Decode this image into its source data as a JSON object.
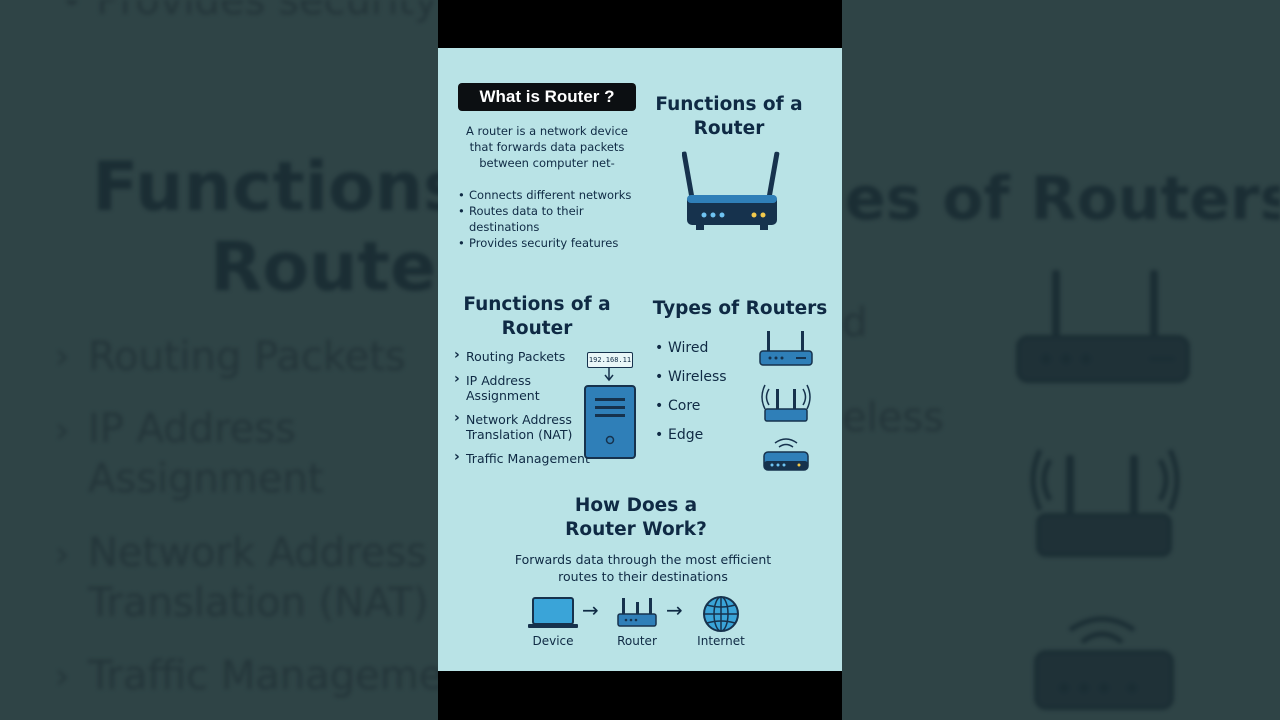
{
  "background": {
    "top_partial": "• Provides security fe",
    "heading_left_1": "Functions o",
    "heading_left_2": "Router",
    "heading_right": "es of Routers",
    "list": [
      "Routing Packets",
      "IP Address",
      "Assignment",
      "Network Address",
      "Translation (NAT)",
      "Traffic Manageme"
    ],
    "right_frag_1": "d",
    "right_frag_2": "eless"
  },
  "panel": {
    "title": "What is Router ?",
    "intro": "A router is a network device that forwards data packets between computer net-",
    "intro_bullets": [
      "Connects different networks",
      "Routes data to their destinations",
      "Provides security features"
    ],
    "functions_heading_top": "Functions of a Router",
    "functions_heading_mid": "Functions of a Router",
    "functions": [
      "Routing Packets",
      "IP Address Assignment",
      "Network Address Translation (NAT)",
      "Traffic Management"
    ],
    "ip_label": "192.168.11",
    "types_heading": "Types of Routers",
    "types": [
      "Wired",
      "Wireless",
      "Core",
      "Edge"
    ],
    "how_heading": "How Does a Router Work?",
    "how_desc": "Forwards data through the most efficient routes to their destinations",
    "flow": [
      "Device",
      "Router",
      "Internet"
    ],
    "colors": {
      "panel_bg": "#b9e3e6",
      "navy": "#0f2a44",
      "router_blue": "#2f7fb8",
      "led_yellow": "#f2c94c"
    }
  }
}
